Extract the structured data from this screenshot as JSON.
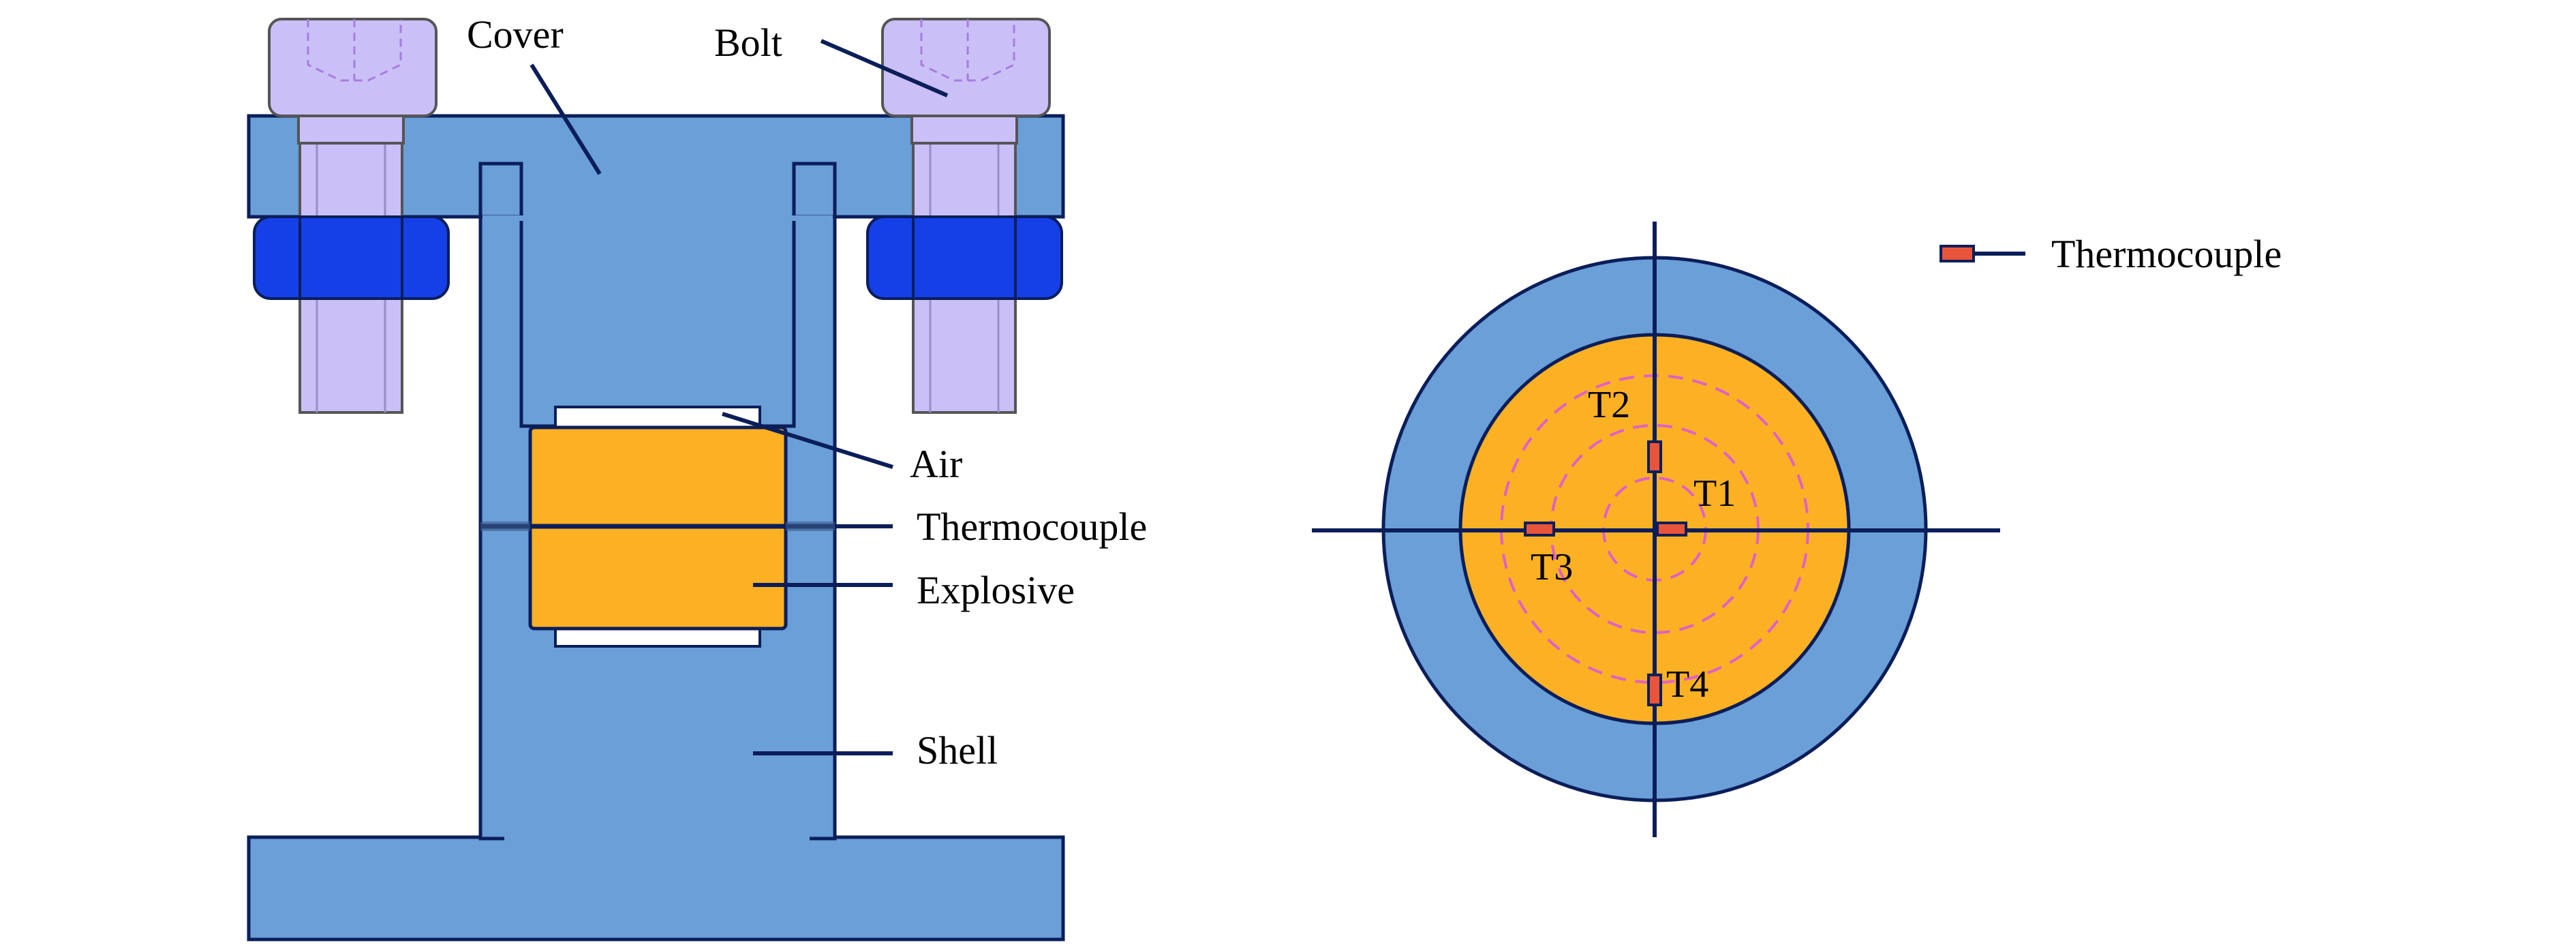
{
  "labels": {
    "cover": "Cover",
    "bolt": "Bolt",
    "air": "Air",
    "thermocouple": "Thermocouple",
    "explosive": "Explosive",
    "shell": "Shell"
  },
  "legend": {
    "thermocouple": "Thermocouple"
  },
  "sensors": {
    "t1": "T1",
    "t2": "T2",
    "t3": "T3",
    "t4": "T4"
  },
  "colors": {
    "steel": "#6a9fd8",
    "explosive": "#fbb123",
    "bolt": "#cbbff7",
    "nut": "#1540e8",
    "line": "#0b1e5a",
    "thermocouple": "#e8553a",
    "dashed": "#e060c8"
  }
}
